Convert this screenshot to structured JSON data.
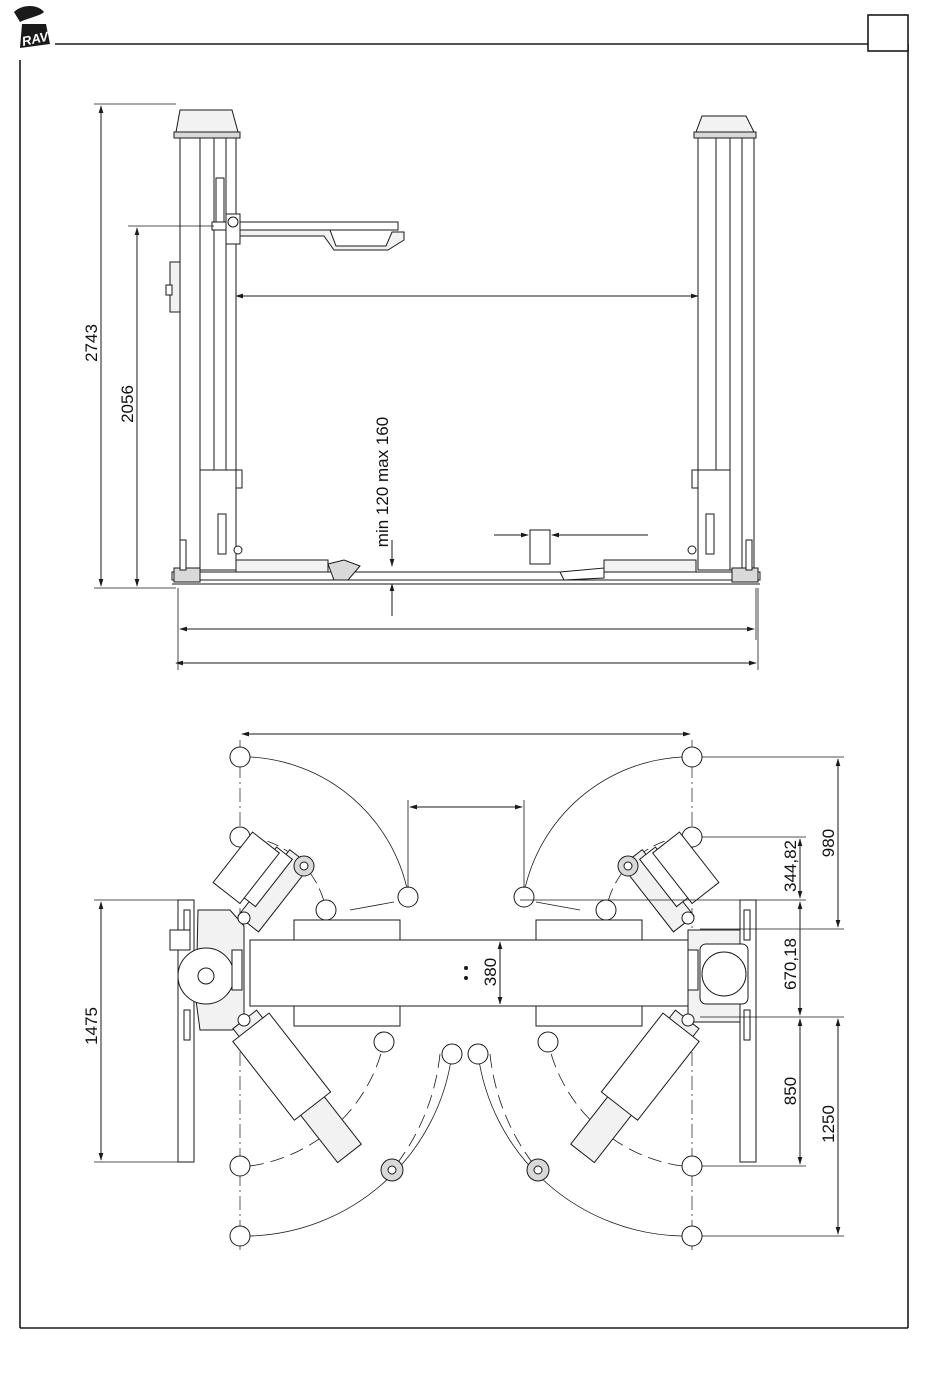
{
  "brand": {
    "logo_text": "RAV"
  },
  "page_box_label": "",
  "colors": {
    "ink": "#1a1a1a",
    "fill_light": "#f2f2f2",
    "fill_mid": "#d9d9d9",
    "fill_dark": "#9a9a9a"
  },
  "elevation": {
    "dim_total_height": "2743",
    "dim_arm_height": "2056",
    "dim_pad_range": "min 120 max 160"
  },
  "plan": {
    "dim_center_width": "380",
    "dim_right_upper": "344,82",
    "dim_right_top": "980",
    "dim_right_middle": "670,18",
    "dim_right_lower": "850",
    "dim_right_bottom": "1250",
    "dim_left_height": "1475"
  }
}
